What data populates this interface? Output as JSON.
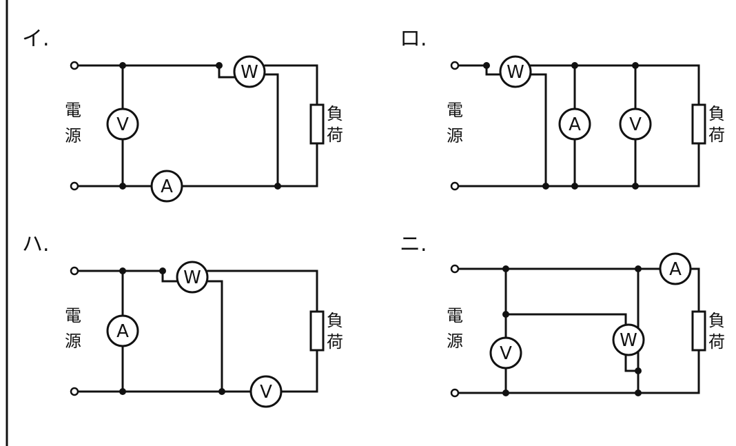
{
  "meters": {
    "ammeter": "A",
    "voltmeter": "V",
    "wattmeter": "W"
  },
  "words": {
    "source_1": "電",
    "source_2": "源",
    "load_1": "負",
    "load_2": "荷"
  },
  "circuits": [
    {
      "label": "イ."
    },
    {
      "label": "ロ."
    },
    {
      "label": "ハ."
    },
    {
      "label": "ニ."
    }
  ]
}
